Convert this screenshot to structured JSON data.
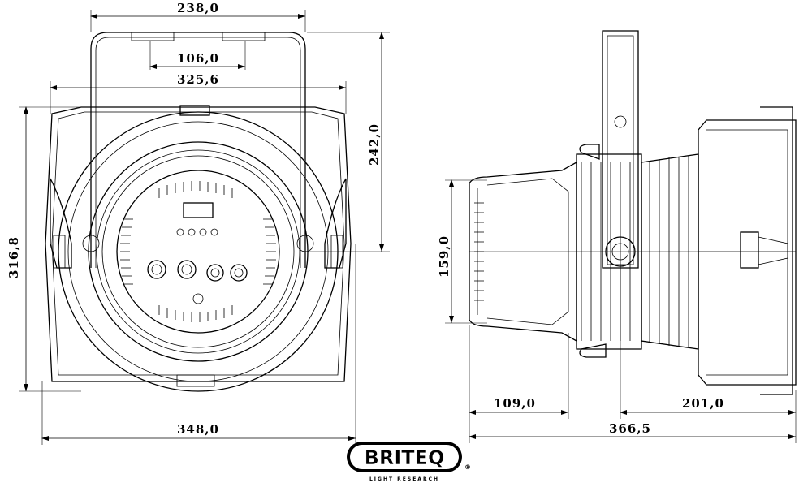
{
  "dimensions": {
    "front_bracket_width": "238,0",
    "front_bracket_inner": "106,0",
    "front_body_width": "325,6",
    "front_bracket_height": "242,0",
    "front_total_height": "316,8",
    "front_total_width": "348,0",
    "side_lens_height": "159,0",
    "side_front_depth": "109,0",
    "side_rear_depth": "201,0",
    "side_total_depth": "366,5"
  },
  "logo": {
    "brand": "BRITEQ",
    "tagline": "LIGHT RESEARCH",
    "registered": "®"
  },
  "colors": {
    "line": "#000000",
    "background": "#ffffff"
  }
}
